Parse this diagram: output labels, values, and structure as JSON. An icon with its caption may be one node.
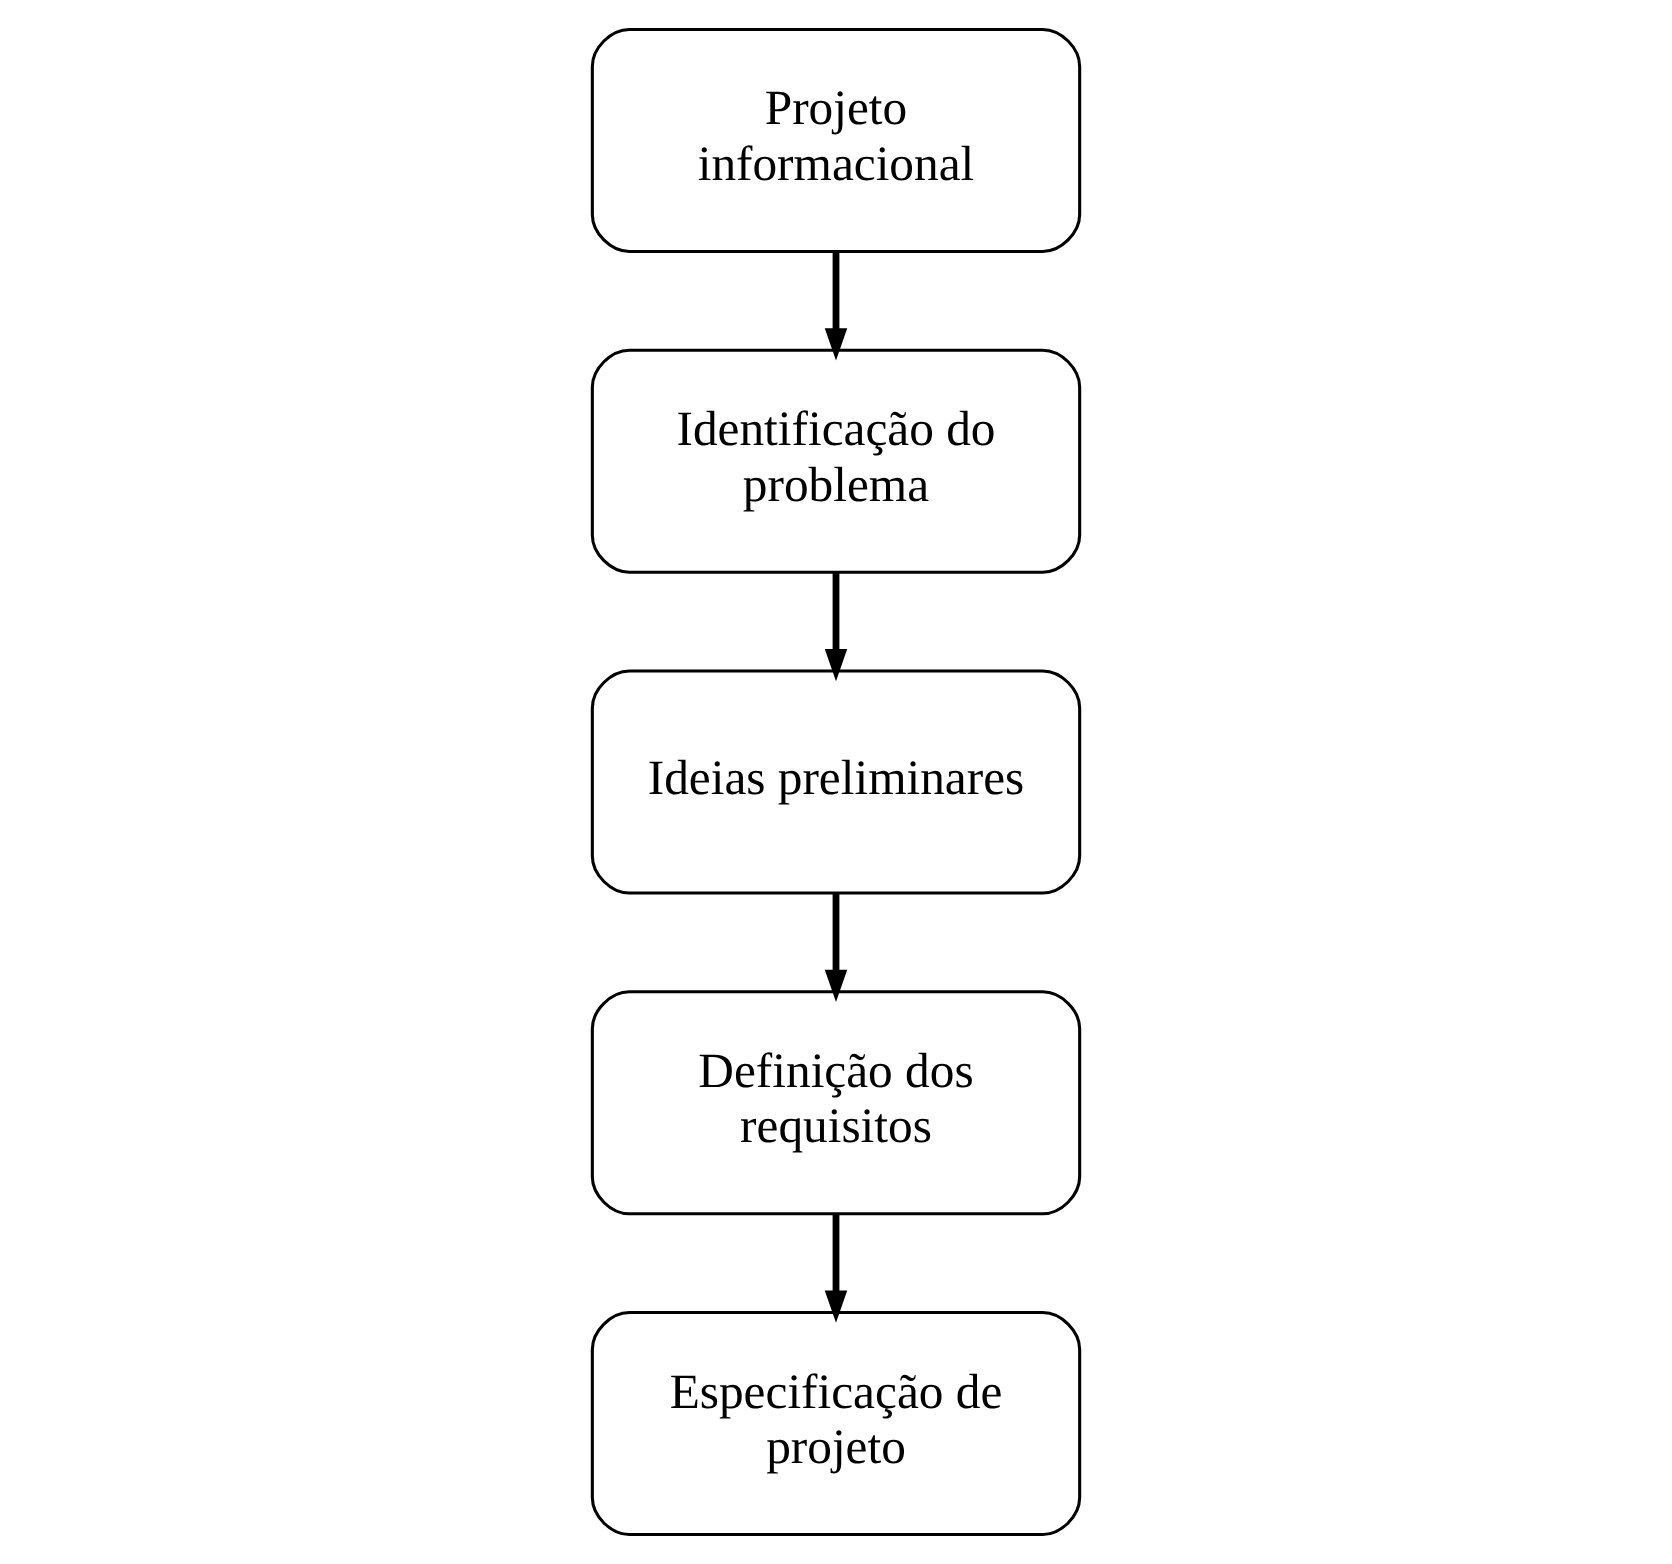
{
  "diagram": {
    "nodes": [
      {
        "text": [
          "Projeto informacional"
        ]
      },
      {
        "text": [
          "Identificação do problema"
        ]
      },
      {
        "text": [
          "Ideias preliminares"
        ]
      },
      {
        "text": [
          "Definição dos requisitos"
        ]
      },
      {
        "text": [
          "Especificação de projeto"
        ]
      }
    ],
    "edges": [
      {
        "from": 0,
        "to": 1,
        "arrow": "to"
      },
      {
        "from": 1,
        "to": 2,
        "arrow": "to"
      },
      {
        "from": 2,
        "to": 3,
        "arrow": "to"
      },
      {
        "from": 3,
        "to": 4,
        "arrow": "to"
      }
    ]
  }
}
